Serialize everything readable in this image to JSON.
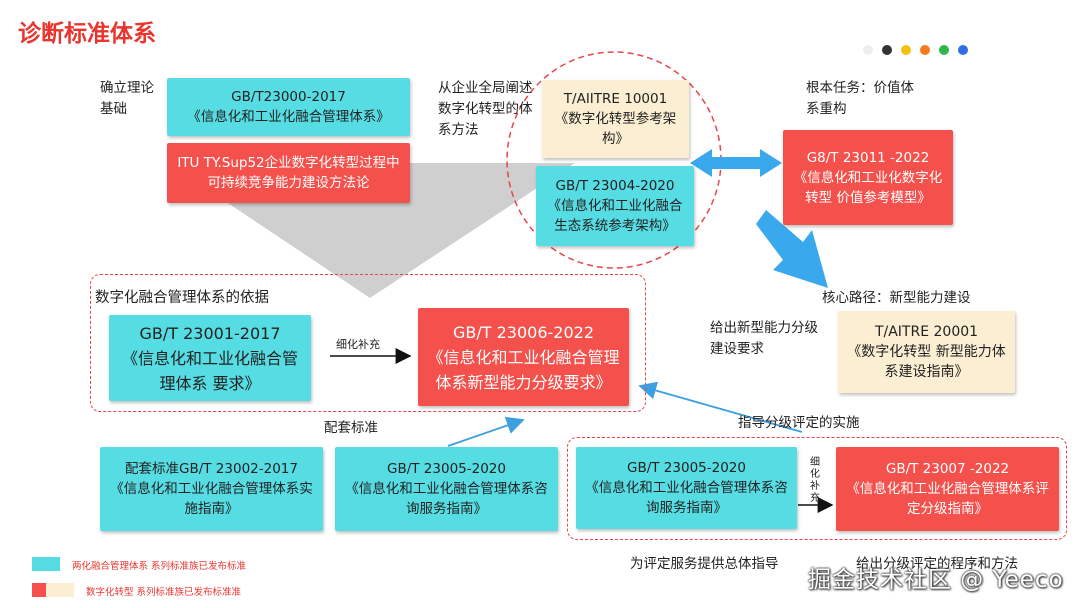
{
  "title": "诊断标准体系",
  "dots": [
    "#eeeeee",
    "#333333",
    "#f4c20d",
    "#f47c20",
    "#2eb84b",
    "#2f6fe0"
  ],
  "labels": {
    "theory_foundation": "确立理论基础",
    "enterprise_view": "从企业全局阐述数字化转型的体系方法",
    "root_task": "根本任务：价值体系重构",
    "core_path": "核心路径：新型能力建设",
    "basis": "数字化融合管理体系的依据",
    "refine_1": "细化补充",
    "support_std": "配套标准",
    "grading_req": "给出新型能力分级建设要求",
    "guide_eval": "指导分级评定的实施",
    "refine_2": "细化补充",
    "overall_guide": "为评定服务提供总体指导",
    "procedure": "给出分级评定的程序和方法"
  },
  "boxes": {
    "gbt23000": {
      "code": "GB/T23000-2017",
      "name": "《信息化和工业化融合管理体系》"
    },
    "itu": {
      "text": "ITU TY.Sup52企业数字化转型过程中可持续竞争能力建设方法论"
    },
    "aiitre10001": {
      "code": "T/AIITRE 10001",
      "name": "《数字化转型参考架构》"
    },
    "gbt23004": {
      "code": "GB/T 23004-2020",
      "name": "《信息化和工业化融合生态系统参考架构》"
    },
    "gbt23011": {
      "code": "G8/T 23011 -2022",
      "name": "《信息化和工业化数字化转型 价值参考模型》"
    },
    "gbt23001": {
      "code": "GB/T 23001-2017",
      "name": "《信息化和工业化融合管理体系 要求》"
    },
    "gbt23006": {
      "code": "GB/T 23006-2022",
      "name": "《信息化和工业化融合管理体系新型能力分级要求》"
    },
    "aitre20001": {
      "code": "T/AITRE 20001",
      "name": "《数字化转型 新型能力体系建设指南》"
    },
    "gbt23002": {
      "code": "配套标准GB/T 23002-2017",
      "name": "《信息化和工业化融合管理体系实施指南》"
    },
    "gbt23005a": {
      "code": "GB/T 23005-2020",
      "name": "《信息化和工业化融合管理体系咨询服务指南》"
    },
    "gbt23005b": {
      "code": "GB/T 23005-2020",
      "name": "《信息化和工业化融合管理体系咨询服务指南》"
    },
    "gbt23007": {
      "code": "GB/T 23007 -2022",
      "name": "《信息化和工业化融合管理体系评定分级指南》"
    }
  },
  "legend": [
    {
      "text": "两化融合管理体系 系列标准族已发布标准",
      "colors": [
        "#56dce3"
      ]
    },
    {
      "text": "数字化转型 系列标准族已发布标准准",
      "colors": [
        "#f4504c",
        "#fbeed2"
      ]
    }
  ],
  "watermark": "掘金技术社区 @ Yeeco"
}
